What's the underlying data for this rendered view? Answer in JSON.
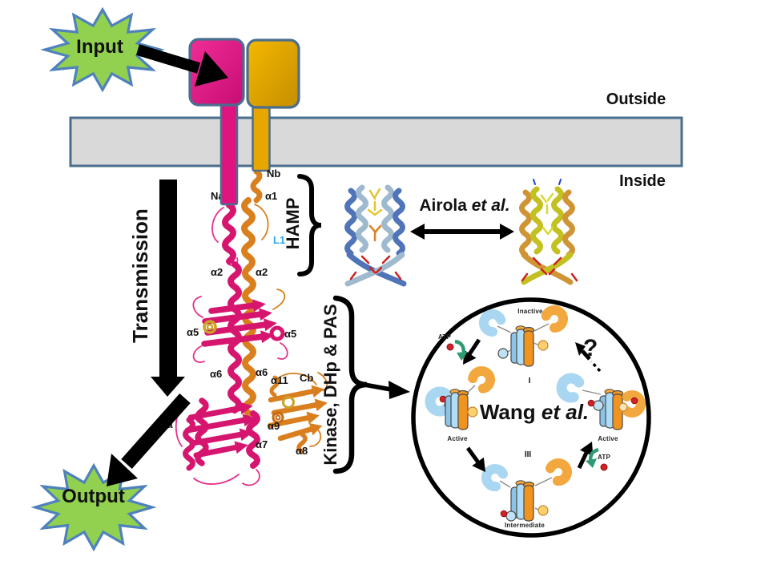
{
  "colors": {
    "star_fill": "#92D050",
    "star_border": "#4F81BD",
    "receptor_pink": "#E0147E",
    "receptor_gold": "#E8A600",
    "membrane_fill": "#D9D9D9",
    "membrane_border": "#4A6E8E",
    "ribbon_pink": "#D6156F",
    "ribbon_orange": "#D97F1E",
    "hamp_blue": "#4F74B8",
    "hamp_olive": "#C3C122",
    "cycle_blue": "#9CCDEE",
    "cycle_orange": "#F0941F",
    "atp_green": "#2E9B72",
    "atp_red": "#D42127",
    "l1_cyan": "#29ABE2"
  },
  "bursts": {
    "input": "Input",
    "output": "Output"
  },
  "membrane": {
    "outside": "Outside",
    "inside": "Inside"
  },
  "arrows": {
    "transmission": "Transmission"
  },
  "brackets": {
    "hamp": "HAMP",
    "kinase": "Kinase, DHp & PAS"
  },
  "citations": {
    "airola": {
      "name": "Airola",
      "etal": "et al."
    },
    "wang": {
      "name": "Wang",
      "etal": "et al."
    }
  },
  "protein": {
    "nb": "Nb",
    "na": "Na",
    "alpha1": "α1",
    "l1": "L1",
    "alpha2_left": "α2",
    "alpha2_right": "α2",
    "alpha5_left": "α5",
    "alpha5_right": "α5",
    "alpha6_left": "α6",
    "alpha6_right": "α6",
    "alpha11": "α11",
    "cb": "Cb",
    "ca": "Ca",
    "alpha9": "α9",
    "alpha7": "α7",
    "alpha8": "α8"
  },
  "cycle": {
    "inactive": "Inactive",
    "state_i": "I",
    "active_left": "Active",
    "active_right": "Active",
    "state_iii": "III",
    "intermediate": "Intermediate",
    "atp_left": "ATP",
    "atp_right": "ATP",
    "question": "?"
  }
}
